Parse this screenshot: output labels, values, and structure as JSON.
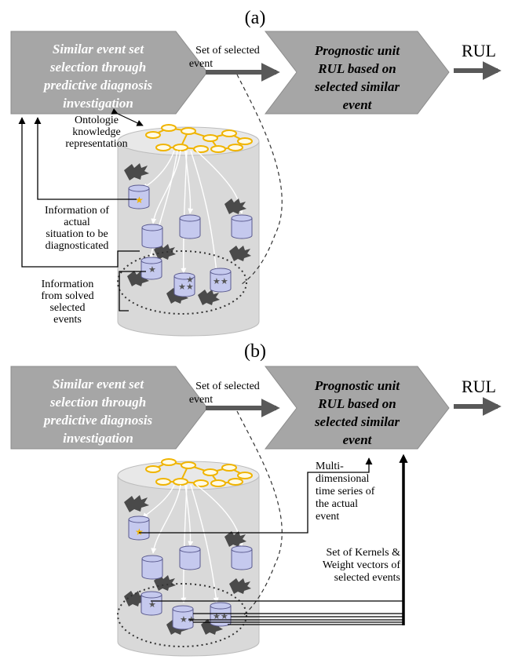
{
  "panel_a": {
    "label": "(a)",
    "box_left": [
      "Similar event set",
      "selection through",
      "predictive diagnosis",
      "investigation"
    ],
    "box_right": [
      "Prognostic unit",
      "RUL based on",
      "selected similar",
      "event"
    ],
    "arrow_label": [
      "Set of selected",
      "event"
    ],
    "output": "RUL",
    "ontology_label": [
      "Ontologie",
      "knowledge",
      "representation"
    ],
    "info_actual": [
      "Information of",
      "actual",
      "situation to be",
      "diagnosticated"
    ],
    "info_solved": [
      "Information",
      "from solved",
      "selected",
      "events"
    ]
  },
  "panel_b": {
    "label": "(b)",
    "box_left": [
      "Similar event set",
      "selection through",
      "predictive diagnosis",
      "investigation"
    ],
    "box_right": [
      "Prognostic unit",
      "RUL based on",
      "selected similar",
      "event"
    ],
    "arrow_label": [
      "Set of selected",
      "event"
    ],
    "output": "RUL",
    "multi_label": [
      "Multi-",
      "dimensional",
      "time series of",
      "the actual",
      "event"
    ],
    "kernels_label": [
      "Set of Kernels &",
      "Weight vectors of",
      "selected events"
    ]
  },
  "colors": {
    "box_fill": "#a6a6a6",
    "cylinder_fill": "#d9d9d9",
    "small_db_fill": "#c5c9ee",
    "ontology_node": "#f0b400",
    "arrow": "#595959",
    "line": "#000000"
  },
  "icons": [
    "ontology-graph-icon",
    "database-cylinder-icon",
    "small-database-icon",
    "star-icon",
    "splash-icon"
  ]
}
